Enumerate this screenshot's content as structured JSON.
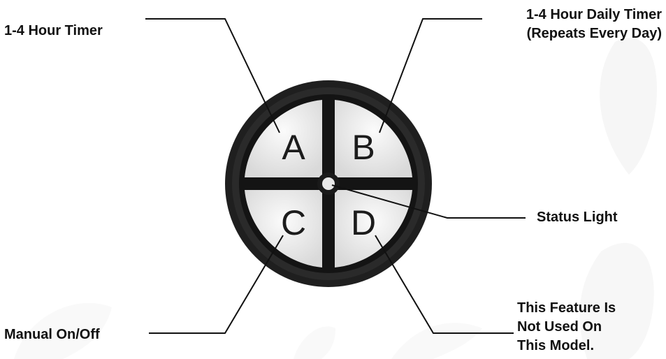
{
  "diagram": {
    "buttons": {
      "a": "A",
      "b": "B",
      "c": "C",
      "d": "D"
    },
    "labels": {
      "hour_timer": "1-4 Hour Timer",
      "daily_timer_line1": "1-4 Hour Daily Timer",
      "daily_timer_line2": "(Repeats Every Day)",
      "status_light": "Status Light",
      "manual": "Manual On/Off",
      "unused_line1": "This Feature Is",
      "unused_line2": "Not Used On",
      "unused_line3": "This Model."
    }
  }
}
